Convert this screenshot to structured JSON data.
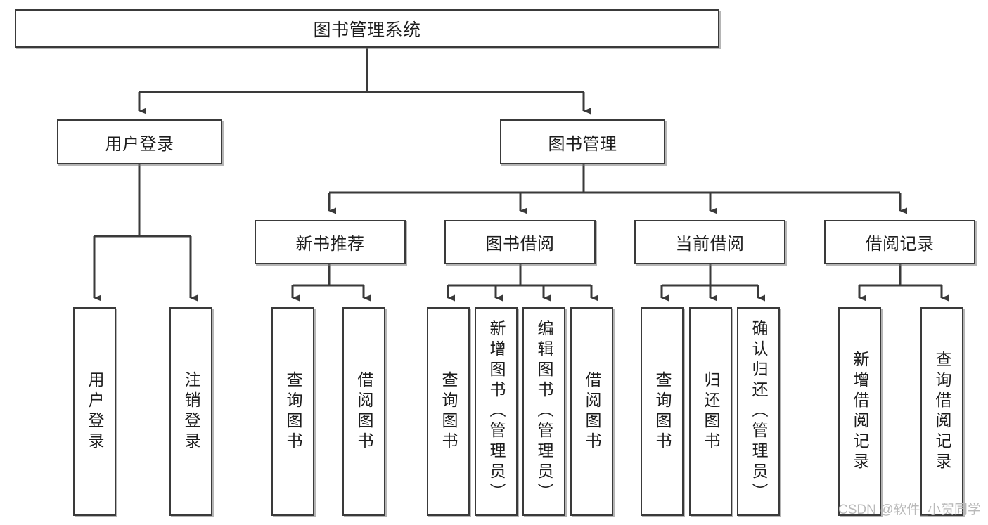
{
  "diagram": {
    "type": "tree-hierarchy-flowchart",
    "title": "图书管理系统",
    "orientation": "top-down",
    "edge_style": "orthogonal-with-arrowheads",
    "colors": {
      "box_border": "#3a3a3a",
      "box_fill": "#ffffff",
      "connector": "#3a3a3a",
      "text": "#1d1d1d",
      "watermark": "#b9b9b9",
      "background": "#ffffff"
    }
  },
  "root": {
    "label": "图书管理系统"
  },
  "level2": [
    {
      "label": "用户登录"
    },
    {
      "label": "图书管理"
    }
  ],
  "level3": [
    {
      "label": "新书推荐"
    },
    {
      "label": "图书借阅"
    },
    {
      "label": "当前借阅"
    },
    {
      "label": "借阅记录"
    }
  ],
  "leaves": {
    "user_login": [
      {
        "label": "用户登录"
      },
      {
        "label": "注销登录"
      }
    ],
    "new_book_recommend": [
      {
        "label": "查询图书"
      },
      {
        "label": "借阅图书"
      }
    ],
    "book_borrow": [
      {
        "label": "查询图书"
      },
      {
        "label": "新增图书（管理员）"
      },
      {
        "label": "编辑图书（管理员）"
      },
      {
        "label": "借阅图书"
      }
    ],
    "current_borrow": [
      {
        "label": "查询图书"
      },
      {
        "label": "归还图书"
      },
      {
        "label": "确认归还（管理员）"
      }
    ],
    "borrow_record": [
      {
        "label": "新增借阅记录"
      },
      {
        "label": "查询借阅记录"
      }
    ]
  },
  "watermark": {
    "text": "CSDN @软件_小贺同学"
  }
}
